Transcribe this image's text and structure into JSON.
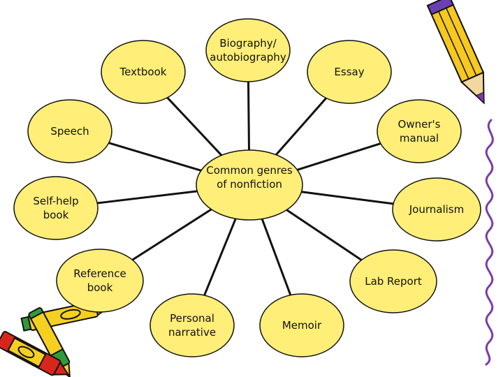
{
  "diagram": {
    "center": {
      "id": "center",
      "lines": [
        "Common genres",
        "of nonfiction"
      ]
    },
    "nodes": [
      {
        "id": "textbook",
        "lines": [
          "Textbook"
        ]
      },
      {
        "id": "biography",
        "lines": [
          "Biography/",
          "autobiography"
        ]
      },
      {
        "id": "essay",
        "lines": [
          "Essay"
        ]
      },
      {
        "id": "speech",
        "lines": [
          "Speech"
        ]
      },
      {
        "id": "owners-manual",
        "lines": [
          "Owner's",
          "manual"
        ]
      },
      {
        "id": "self-help",
        "lines": [
          "Self-help",
          "book"
        ]
      },
      {
        "id": "journalism",
        "lines": [
          "Journalism"
        ]
      },
      {
        "id": "reference",
        "lines": [
          "Reference",
          "book"
        ]
      },
      {
        "id": "lab-report",
        "lines": [
          "Lab Report"
        ]
      },
      {
        "id": "personal-narrative",
        "lines": [
          "Personal",
          "narrative"
        ]
      },
      {
        "id": "memoir",
        "lines": [
          "Memoir"
        ]
      }
    ],
    "colors": {
      "bubble_fill": "#ffee77",
      "outline": "#111111",
      "connector": "#111111"
    }
  },
  "decorations": {
    "pencil_icon": "pencil-icon",
    "crayon_icon": "crayon-icon",
    "squiggle_icon": "squiggle-border-icon",
    "colors": {
      "pencil_body": "#f7c81e",
      "pencil_band": "#6a3fb3",
      "pencil_tip": "#7b3aa8",
      "crayon_red": "#d8261c",
      "crayon_yellow": "#f5d020",
      "crayon_green": "#2f9b3a",
      "squiggle": "#7b3aa8"
    }
  }
}
